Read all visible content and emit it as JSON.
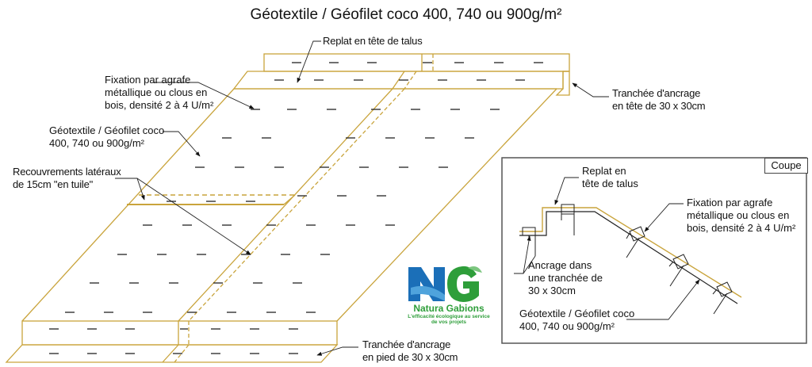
{
  "title": "Géotextile / Géofilet coco 400, 740 ou 900g/m²",
  "colors": {
    "geotextile_line": "#c9a43c",
    "ink": "#111111",
    "frame": "#555555",
    "logo_blue": "#1b6fb8",
    "logo_green": "#2e9e3a"
  },
  "perspective_view": {
    "labels": {
      "replat": "Replat en tête de talus",
      "fixation": "Fixation par agrafe\nmétallique ou clous en\nbois, densité 2 à 4 U/m²",
      "geotextile": "Géotextile / Géofilet coco\n400, 740 ou 900g/m²",
      "recouvrements": "Recouvrements latéraux\nde 15cm \"en tuile\"",
      "tranchee_tete": "Tranchée d'ancrage\nen tête de 30 x 30cm",
      "tranchee_pied": "Tranchée d'ancrage\nen pied de 30 x 30cm"
    }
  },
  "section_view": {
    "tag": "Coupe",
    "labels": {
      "replat": "Replat en\ntête de talus",
      "fixation": "Fixation par agrafe\nmétallique ou clous en\nbois, densité 2 à 4 U/m²",
      "ancrage": "Ancrage dans\nune tranchée de\n30 x 30cm",
      "geotextile": "Géotextile / Géofilet coco\n400, 740 ou 900g/m²"
    }
  },
  "logo": {
    "letters": "NG",
    "name": "Natura Gabions",
    "tagline": "L'efficacité écologique au service\nde vos projets"
  }
}
